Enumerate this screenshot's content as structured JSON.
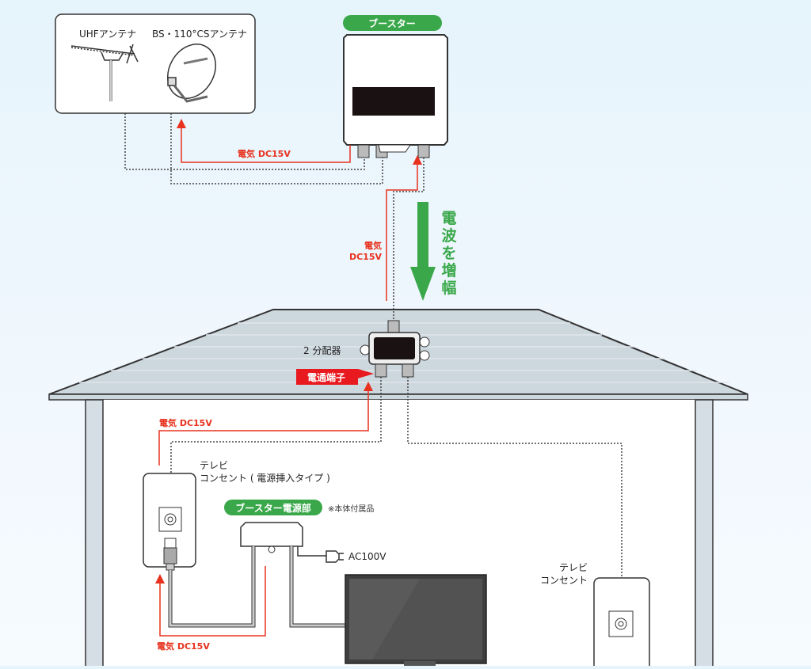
{
  "antenna_box": {
    "uhf_label": "UHFアンテナ",
    "bs_label": "BS・110°CSアンテナ"
  },
  "booster": {
    "badge": "ブースター"
  },
  "power_labels": {
    "top": "電気 DC15V",
    "vertical_line1": "電気",
    "vertical_line2": "DC15V",
    "middle": "電気 DC15V",
    "bottom": "電気 DC15V"
  },
  "signal_arrow": {
    "text": [
      "電",
      "波",
      "を",
      "増",
      "幅"
    ]
  },
  "splitter": {
    "label": "2 分配器",
    "tag": "電通端子"
  },
  "outlet_left": {
    "line1": "テレビ",
    "line2": "コンセント ( 電源挿入タイプ )"
  },
  "power_unit": {
    "badge": "ブースター電源部",
    "note": "※本体付属品",
    "plug_label": "AC100V"
  },
  "outlet_right": {
    "line1": "テレビ",
    "line2": "コンセント"
  },
  "colors": {
    "green": "#3aa84a",
    "red": "#e8321e",
    "roof": "#cfd8df",
    "outline": "#333333"
  }
}
